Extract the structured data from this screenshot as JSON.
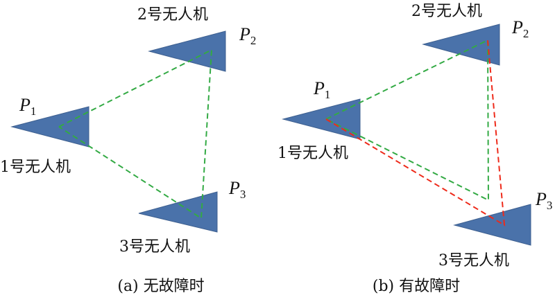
{
  "panels": [
    {
      "caption": "(a)  无故障时",
      "drones": [
        {
          "name": "1号无人机",
          "point_letter": "P",
          "point_sub": "1"
        },
        {
          "name": "2号无人机",
          "point_letter": "P",
          "point_sub": "2"
        },
        {
          "name": "3号无人机",
          "point_letter": "P",
          "point_sub": "3"
        }
      ]
    },
    {
      "caption": "(b)  有故障时",
      "drones": [
        {
          "name": "1号无人机",
          "point_letter": "P",
          "point_sub": "1"
        },
        {
          "name": "2号无人机",
          "point_letter": "P",
          "point_sub": "2"
        },
        {
          "name": "3号无人机",
          "point_letter": "P",
          "point_sub": "3"
        }
      ]
    }
  ],
  "colors": {
    "drone": "#4a72aa",
    "normal_link": "#33aa44",
    "fault_link": "#ee2a1a"
  }
}
